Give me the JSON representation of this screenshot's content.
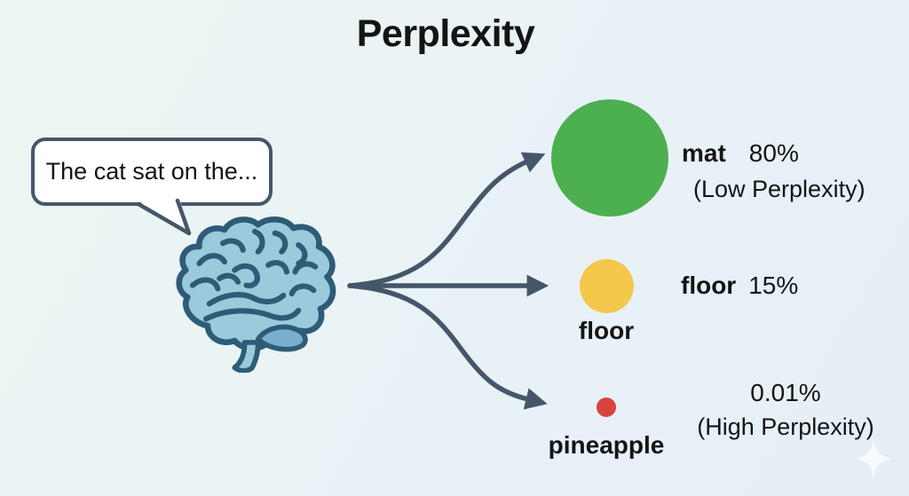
{
  "title": "Perplexity",
  "speech_bubble": {
    "text": "The cat sat on the..."
  },
  "rows": {
    "mat": {
      "word": "mat",
      "probability": "80%",
      "note": "(Low Perplexity)"
    },
    "floor": {
      "word": "floor",
      "probability": "15%",
      "circle_label": "floor"
    },
    "pineapple": {
      "probability": "0.01%",
      "note": "(High Perplexity)",
      "circle_label": "pineapple"
    }
  },
  "icons": {
    "brain": "brain-icon",
    "speech_bubble_tail": "speech-bubble-tail-icon",
    "branching_arrows": "branching-arrows-icon",
    "sparkle": "sparkle-icon"
  },
  "colors": {
    "background_start": "#edf6f2",
    "background_end": "#e7f1f7",
    "stroke": "#46566a",
    "bubble_fill": "#ffffff",
    "brain_fill": "#9acadb",
    "brain_dark": "#78b0cd",
    "brain_outline": "#2e5c77",
    "green": "#4caf50",
    "yellow": "#f4c84a",
    "red": "#d8453e",
    "text": "#141414"
  }
}
